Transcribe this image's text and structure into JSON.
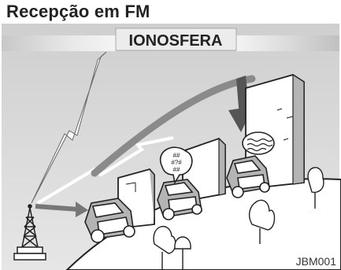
{
  "title": "Recepção em FM",
  "ionosphere_label": "IONOSFERA",
  "static_symbols": [
    "##",
    "#?#",
    "##"
  ],
  "image_code": "JBM001",
  "colors": {
    "panel_bg": "#dcdcdc",
    "arrow": "#7a7a7a",
    "building_dark": "#b4b4b4",
    "ink": "#1c1c1c"
  }
}
